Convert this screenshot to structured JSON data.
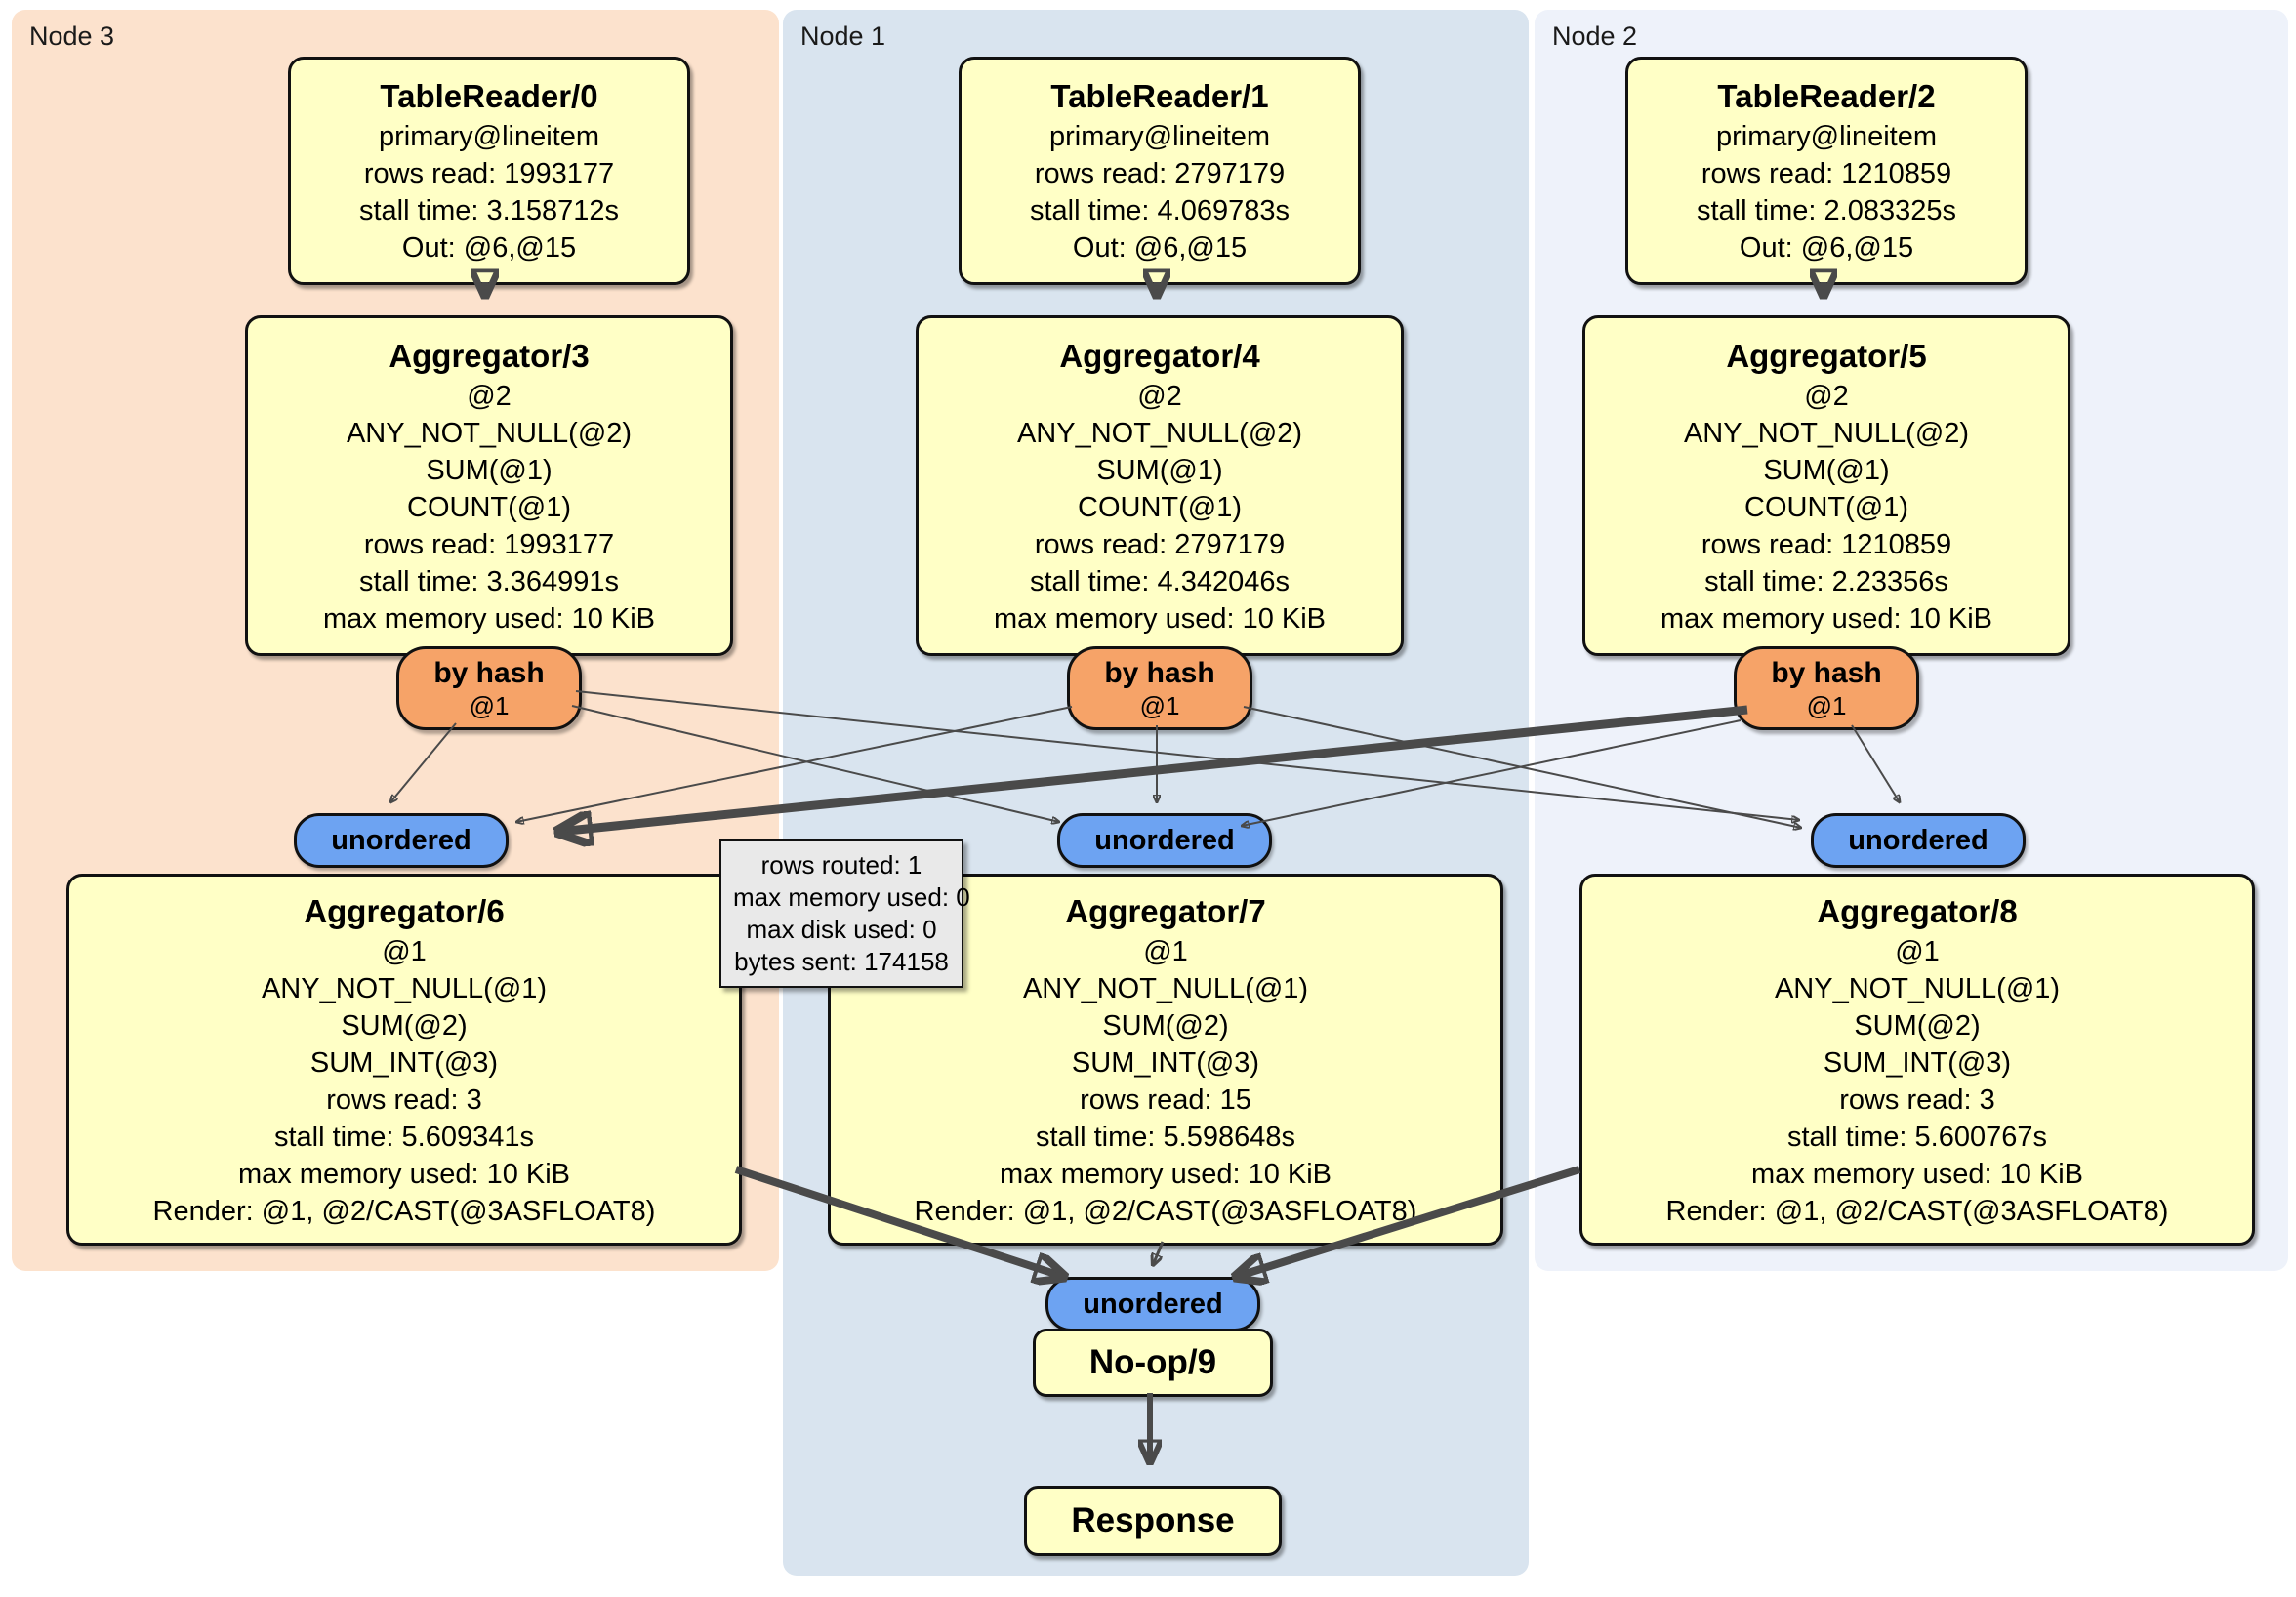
{
  "panels": [
    {
      "id": "node3",
      "label": "Node 3"
    },
    {
      "id": "node1",
      "label": "Node 1"
    },
    {
      "id": "node2",
      "label": "Node 2"
    }
  ],
  "operators": {
    "tr0": {
      "title": "TableReader/0",
      "lines": [
        "primary@lineitem",
        "rows read: 1993177",
        "stall time: 3.158712s",
        "Out: @6,@15"
      ]
    },
    "tr1": {
      "title": "TableReader/1",
      "lines": [
        "primary@lineitem",
        "rows read: 2797179",
        "stall time: 4.069783s",
        "Out: @6,@15"
      ]
    },
    "tr2": {
      "title": "TableReader/2",
      "lines": [
        "primary@lineitem",
        "rows read: 1210859",
        "stall time: 2.083325s",
        "Out: @6,@15"
      ]
    },
    "agg3": {
      "title": "Aggregator/3",
      "lines": [
        "@2",
        "ANY_NOT_NULL(@2)",
        "SUM(@1)",
        "COUNT(@1)",
        "rows read: 1993177",
        "stall time: 3.364991s",
        "max memory used: 10 KiB"
      ]
    },
    "agg4": {
      "title": "Aggregator/4",
      "lines": [
        "@2",
        "ANY_NOT_NULL(@2)",
        "SUM(@1)",
        "COUNT(@1)",
        "rows read: 2797179",
        "stall time: 4.342046s",
        "max memory used: 10 KiB"
      ]
    },
    "agg5": {
      "title": "Aggregator/5",
      "lines": [
        "@2",
        "ANY_NOT_NULL(@2)",
        "SUM(@1)",
        "COUNT(@1)",
        "rows read: 1210859",
        "stall time: 2.23356s",
        "max memory used: 10 KiB"
      ]
    },
    "agg6": {
      "title": "Aggregator/6",
      "lines": [
        "@1",
        "ANY_NOT_NULL(@1)",
        "SUM(@2)",
        "SUM_INT(@3)",
        "rows read: 3",
        "stall time: 5.609341s",
        "max memory used: 10 KiB",
        "Render: @1, @2/CAST(@3ASFLOAT8)"
      ]
    },
    "agg7": {
      "title": "Aggregator/7",
      "lines": [
        "@1",
        "ANY_NOT_NULL(@1)",
        "SUM(@2)",
        "SUM_INT(@3)",
        "rows read: 15",
        "stall time: 5.598648s",
        "max memory used: 10 KiB",
        "Render: @1, @2/CAST(@3ASFLOAT8)"
      ]
    },
    "agg8": {
      "title": "Aggregator/8",
      "lines": [
        "@1",
        "ANY_NOT_NULL(@1)",
        "SUM(@2)",
        "SUM_INT(@3)",
        "rows read: 3",
        "stall time: 5.600767s",
        "max memory used: 10 KiB",
        "Render: @1, @2/CAST(@3ASFLOAT8)"
      ]
    },
    "noop": {
      "title": "No-op/9"
    },
    "response": {
      "title": "Response"
    }
  },
  "router": {
    "label": "by hash",
    "sub": "@1"
  },
  "sync_label": "unordered",
  "tooltip": {
    "lines": [
      "rows routed: 1",
      "max memory used: 0",
      "max disk used: 0",
      "bytes sent: 174158"
    ]
  },
  "colors": {
    "panel_node3": "#fce2cd",
    "panel_node1": "#d9e4ef",
    "panel_node2": "#eef2fa",
    "operator_fill": "#ffffc6",
    "router_fill": "#f6a368",
    "sync_fill": "#6da3f2",
    "edge_color": "#4a4a4a",
    "tooltip_fill": "#e9e9e9"
  }
}
